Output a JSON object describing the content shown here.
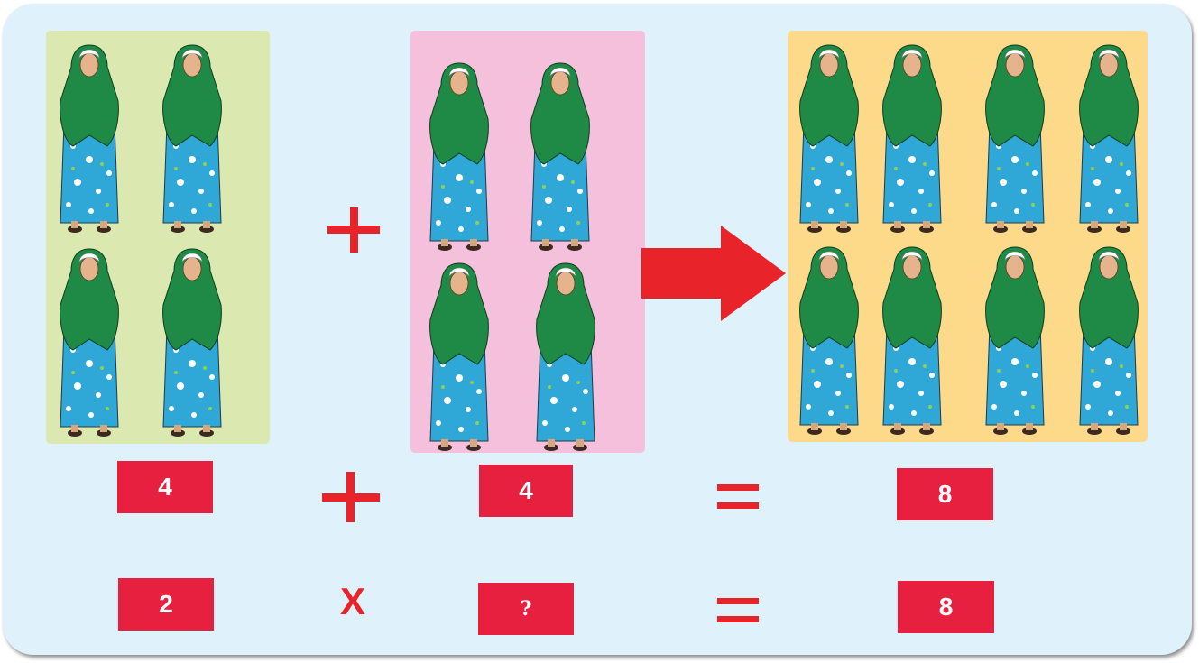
{
  "groups": {
    "first_count": 4,
    "second_count": 4,
    "result_count": 8
  },
  "figure": {
    "scarf_color": "#1e8a45",
    "skirt_color": "#2fa8d8",
    "cap_color": "#ffffff"
  },
  "colors": {
    "card_bg": "#dff1fa",
    "group1_bg": "#dbe8b0",
    "group2_bg": "#f5c0dc",
    "group3_bg": "#fdd98a",
    "box_bg": "#e8203f",
    "operator": "#e8242a",
    "arrow": "#e8242a"
  },
  "equation_add": {
    "left": "4",
    "operator": "+",
    "right": "4",
    "equals": "=",
    "result": "8"
  },
  "equation_mult": {
    "left": "2",
    "operator": "X",
    "right": "?",
    "equals": "=",
    "result": "8"
  }
}
